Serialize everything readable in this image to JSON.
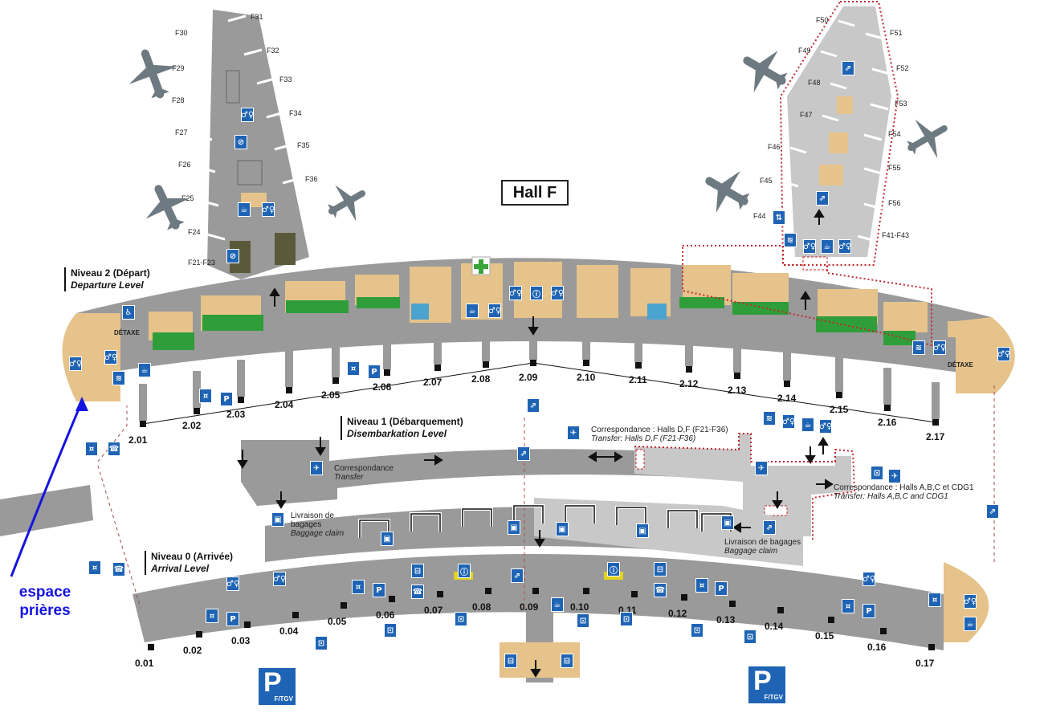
{
  "hall_title": "Hall F",
  "levels": {
    "level2": {
      "fr": "Niveau 2 (Départ)",
      "en": "Departure Level"
    },
    "level1": {
      "fr": "Niveau 1 (Débarquement)",
      "en": "Disembarkation Level"
    },
    "level0": {
      "fr": "Niveau 0 (Arrivée)",
      "en": "Arrival Level"
    }
  },
  "left_pier_gates": [
    "F30",
    "F31",
    "F29",
    "F32",
    "F28",
    "F33",
    "F27",
    "F34",
    "F26",
    "F35",
    "F25",
    "F36",
    "F24",
    "F21-F23"
  ],
  "right_pier_gates": [
    "F50",
    "F51",
    "F49",
    "F52",
    "F48",
    "F53",
    "F47",
    "F54",
    "F46",
    "F55",
    "F45",
    "F56",
    "F44",
    "F41-F43"
  ],
  "upper_gates": [
    "2.01",
    "2.02",
    "2.03",
    "2.04",
    "2.05",
    "2.06",
    "2.07",
    "2.08",
    "2.09",
    "2.10",
    "2.11",
    "2.12",
    "2.13",
    "2.14",
    "2.15",
    "2.16",
    "2.17"
  ],
  "lower_gates": [
    "0.01",
    "0.02",
    "0.03",
    "0.04",
    "0.05",
    "0.06",
    "0.07",
    "0.08",
    "0.09",
    "0.10",
    "0.11",
    "0.12",
    "0.13",
    "0.14",
    "0.15",
    "0.16",
    "0.17"
  ],
  "detaxe_labels": [
    "DÉTAXE",
    "DÉTAXE"
  ],
  "transfer_df": {
    "fr": "Correspondance : Halls D,F (F21-F36)",
    "en": "Transfer: Halls D,F (F21-F36)"
  },
  "transfer_left": {
    "fr": "Correspondance",
    "en": "Transfer"
  },
  "transfer_abc": {
    "fr": "Correspondance : Halls A,B,C et CDG1",
    "en": "Transfer: Halls A,B,C and CDG1"
  },
  "baggage_left": {
    "fr1": "Livraison de",
    "fr2": "bagages",
    "en": "Baggage claim"
  },
  "baggage_right": {
    "fr": "Livraison de bagages",
    "en": "Baggage claim"
  },
  "parking_label": "F/TGV",
  "annotation": {
    "line1": "espace",
    "line2": "prières"
  },
  "colors": {
    "corridor": "#9a9a9a",
    "pier_light": "#c8c8c8",
    "shop": "#e6c38a",
    "green": "#2f9e3a",
    "icon_blue": "#1f64b4",
    "security_red": "#c0282d",
    "annotation": "#1414e0"
  }
}
